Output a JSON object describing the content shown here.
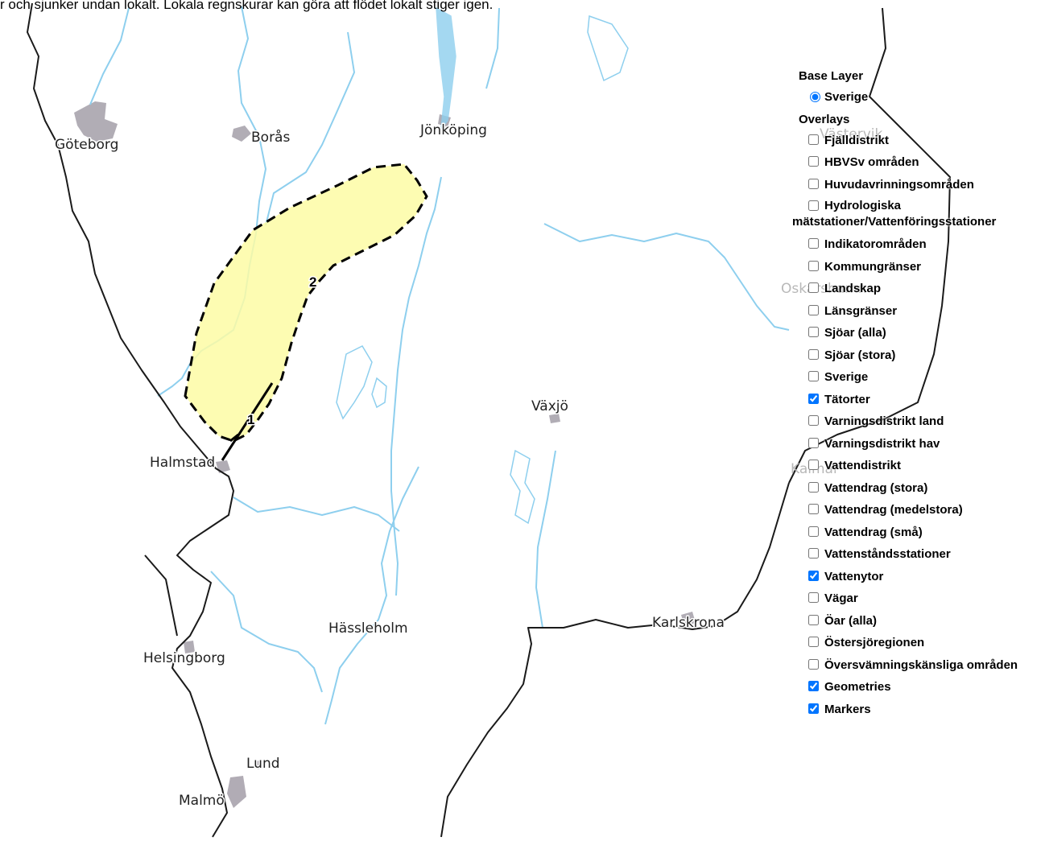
{
  "banner": {
    "text": "r och sjunker undan lokalt. Lokala regnskurar kan göra att flödet lokalt stiger igen."
  },
  "map": {
    "towns": [
      "Göteborg",
      "Borås",
      "Jönköping",
      "Växjö",
      "Halmstad",
      "Hässleholm",
      "Karlskrona",
      "Helsingborg",
      "Lund",
      "Malmö"
    ],
    "faint_towns": [
      "Västervik",
      "Oskarshamn",
      "Kalmar"
    ],
    "markers": [
      "1",
      "2"
    ],
    "colors": {
      "water": "#8ecfee",
      "coast": "#1a1a1a",
      "urban": "#a9a4ad",
      "warning_fill": "#fdfca4",
      "warning_outline": "#000000"
    }
  },
  "layer_switcher": {
    "base_title": "Base Layer",
    "base_layers": [
      {
        "label": "Sverige",
        "selected": true
      }
    ],
    "overlays_title": "Overlays",
    "overlays": [
      {
        "label": "Fjälldistrikt",
        "checked": false
      },
      {
        "label": "HBVSv områden",
        "checked": false
      },
      {
        "label": "Huvudavrinningsområden",
        "checked": false
      },
      {
        "label": "Hydrologiska mätstationer/Vattenföringsstationer",
        "checked": false
      },
      {
        "label": "Indikatorområden",
        "checked": false
      },
      {
        "label": "Kommungränser",
        "checked": false
      },
      {
        "label": "Landskap",
        "checked": false
      },
      {
        "label": "Länsgränser",
        "checked": false
      },
      {
        "label": "Sjöar (alla)",
        "checked": false
      },
      {
        "label": "Sjöar (stora)",
        "checked": false
      },
      {
        "label": "Sverige",
        "checked": false
      },
      {
        "label": "Tätorter",
        "checked": true
      },
      {
        "label": "Varningsdistrikt land",
        "checked": false
      },
      {
        "label": "Varningsdistrikt hav",
        "checked": false
      },
      {
        "label": "Vattendistrikt",
        "checked": false
      },
      {
        "label": "Vattendrag (stora)",
        "checked": false
      },
      {
        "label": "Vattendrag (medelstora)",
        "checked": false
      },
      {
        "label": "Vattendrag (små)",
        "checked": false
      },
      {
        "label": "Vattenståndsstationer",
        "checked": false
      },
      {
        "label": "Vattenytor",
        "checked": true
      },
      {
        "label": "Vägar",
        "checked": false
      },
      {
        "label": "Öar (alla)",
        "checked": false
      },
      {
        "label": "Östersjöregionen",
        "checked": false
      },
      {
        "label": "Översvämningskänsliga områden",
        "checked": false
      },
      {
        "label": "Geometries",
        "checked": true
      },
      {
        "label": "Markers",
        "checked": true
      }
    ]
  }
}
